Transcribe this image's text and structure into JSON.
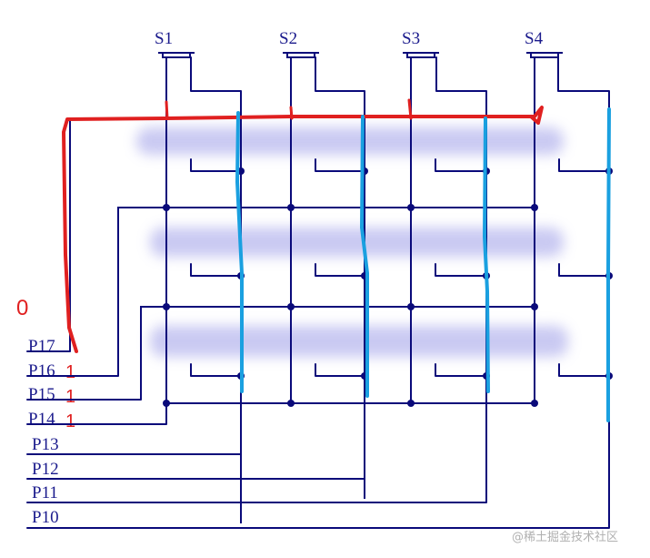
{
  "switches": [
    "S1",
    "S2",
    "S3",
    "S4"
  ],
  "pin_labels": [
    "P17",
    "P16",
    "P15",
    "P14",
    "P13",
    "P12",
    "P11",
    "P10"
  ],
  "annotations": {
    "zero": "0",
    "ones": [
      "1",
      "1",
      "1"
    ]
  },
  "watermark": "@稀土掘金技术社区",
  "colors": {
    "wire": "#0a0a7a",
    "red_trace": "#e02020",
    "blue_trace": "#1aa0e0",
    "blur": "#b8b8ee"
  }
}
